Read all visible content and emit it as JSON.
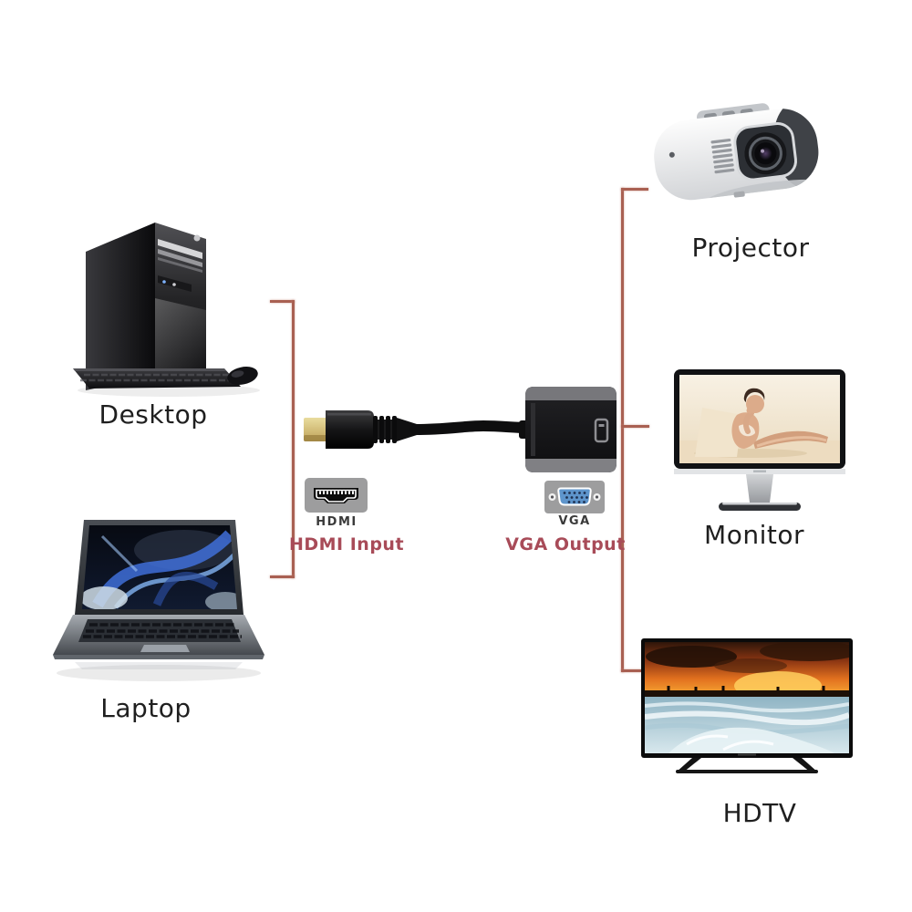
{
  "diagram": {
    "background": "#ffffff",
    "line_color": "#a96052",
    "sources": [
      {
        "label": "Desktop",
        "icon": "desktop-tower-icon"
      },
      {
        "label": "Laptop",
        "icon": "laptop-icon"
      }
    ],
    "displays": [
      {
        "label": "Projector",
        "icon": "projector-icon"
      },
      {
        "label": "Monitor",
        "icon": "monitor-icon"
      },
      {
        "label": "HDTV",
        "icon": "hdtv-icon"
      }
    ],
    "adapter": {
      "hdmi_port_label": "HDMI",
      "vga_port_label": "VGA",
      "hdmi_input_label": "HDMI Input",
      "vga_output_label": "VGA Output",
      "label_color": "#a84b58"
    }
  }
}
